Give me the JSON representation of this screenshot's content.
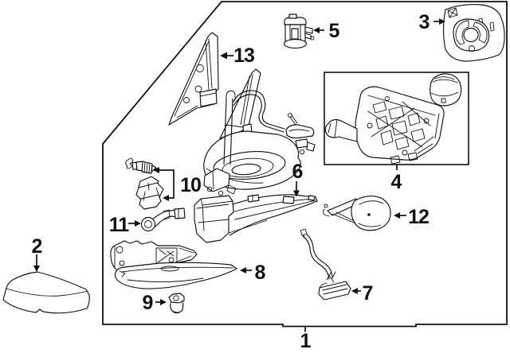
{
  "diagram": {
    "kind": "exploded-parts-diagram",
    "colors": {
      "line": "#111111",
      "background": "#ffffff"
    },
    "callouts": [
      "1",
      "2",
      "3",
      "4",
      "5",
      "6",
      "7",
      "8",
      "9",
      "10",
      "11",
      "12",
      "13"
    ]
  }
}
